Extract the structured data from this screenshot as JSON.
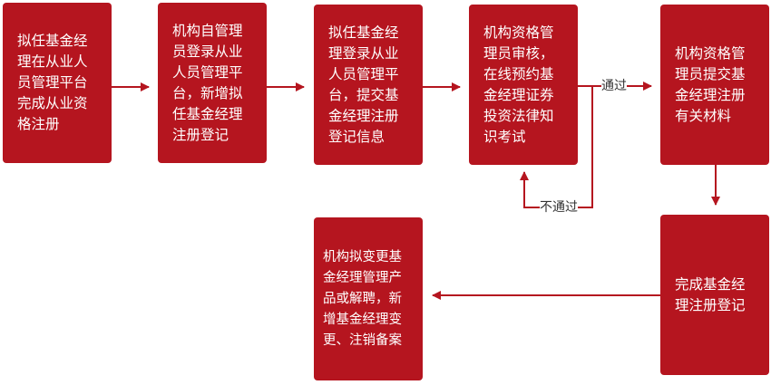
{
  "colors": {
    "box": "#b5151f",
    "line": "#b5151f"
  },
  "steps": [
    {
      "lines": [
        "拟任基金经",
        "理在从业人",
        "员管理平台",
        "完成从业资",
        "格注册"
      ]
    },
    {
      "lines": [
        "机构自管理",
        "员登录从业",
        "人员管理平",
        "台，新增拟",
        "任基金经理",
        "注册登记"
      ]
    },
    {
      "lines": [
        "拟任基金经",
        "理登录从业",
        "人员管理平",
        "台，提交基",
        "金经理注册",
        "登记信息"
      ]
    },
    {
      "lines": [
        "机构资格管",
        "理员审核，",
        "在线预约基",
        "金经理证券",
        "投资法律知",
        "识考试"
      ]
    },
    {
      "lines": [
        "机构资格管",
        "理员提交基",
        "金经理注册",
        "有关材料"
      ]
    },
    {
      "lines": [
        "完成基金经",
        "理注册登记"
      ]
    },
    {
      "lines": [
        "机构拟变更基",
        "金经理管理产",
        "品或解聘，新",
        "增基金经理变",
        "更、注销备案"
      ]
    }
  ],
  "labels": {
    "pass": "通过",
    "fail": "不通过"
  }
}
